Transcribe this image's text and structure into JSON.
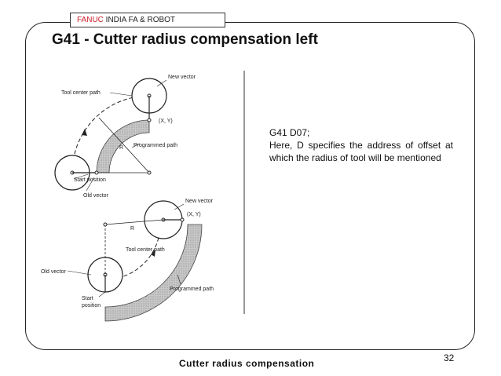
{
  "header": {
    "brand_part1": "FANUC",
    "brand_part2": " INDIA  FA & ROBOT",
    "title": "G41 - Cutter radius compensation left"
  },
  "description": {
    "code": "G41 D07;",
    "text": "Here, D specifies the address of offset at which the radius of tool will be mentioned"
  },
  "figure": {
    "top": {
      "new_vector": "New vector",
      "tool_center_path": "Tool center path",
      "xy": "(X, Y)",
      "programmed_path": "Programmed path",
      "r": "R",
      "start_position": "Start position",
      "old_vector": "Old vector"
    },
    "bottom": {
      "new_vector": "New vector",
      "xy": "(X, Y)",
      "r": "R",
      "tool_center_path": "Tool center path",
      "old_vector": "Old vector",
      "programmed_path": "Programmed path",
      "start_position_1": "Start",
      "start_position_2": "position"
    }
  },
  "footer": {
    "caption": "Cutter radius compensation",
    "page_number": "32"
  }
}
